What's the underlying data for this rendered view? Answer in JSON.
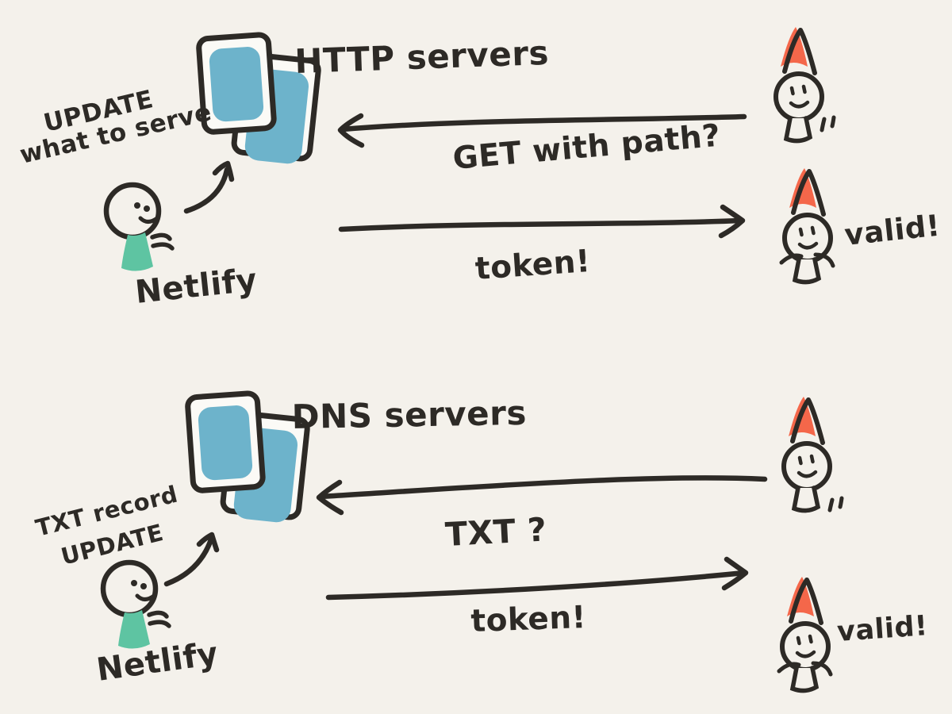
{
  "colors": {
    "paper": "#f4f1eb",
    "paper_card": "#fbfaf6",
    "ink": "#2d2a26",
    "server_blue": "#6db3cb",
    "netlify_green": "#5ec4a2",
    "hat_orange": "#f4674a"
  },
  "http_panel": {
    "server_label": "HTTP servers",
    "update_note_line1": "UPDATE",
    "update_note_line2": "what to serve",
    "actor_label": "Netlify",
    "request_label": "GET with path?",
    "response_label": "token!",
    "validation_label": "valid!"
  },
  "dns_panel": {
    "server_label": "DNS servers",
    "update_note_line1": "TXT record",
    "update_note_line2": "UPDATE",
    "actor_label": "Netlify",
    "request_label": "TXT ?",
    "response_label": "token!",
    "validation_label": "valid!"
  }
}
